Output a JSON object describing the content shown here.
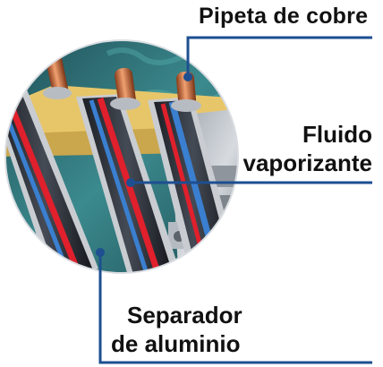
{
  "labels": {
    "pipeta": "Pipeta de cobre",
    "fluido_line1": "Fluido",
    "fluido_line2": "vaporizante",
    "separador_line1": "Separador",
    "separador_line2": "de aluminio"
  },
  "colors": {
    "leader_line": "#1d4f91",
    "copper": "#c8693a",
    "fluid_red": "#e0202c",
    "fluid_blue": "#3a7fd0",
    "glass_dark": "#2a2e36",
    "insulation": "#e7c66a",
    "background_teal": "#2e6c72"
  }
}
